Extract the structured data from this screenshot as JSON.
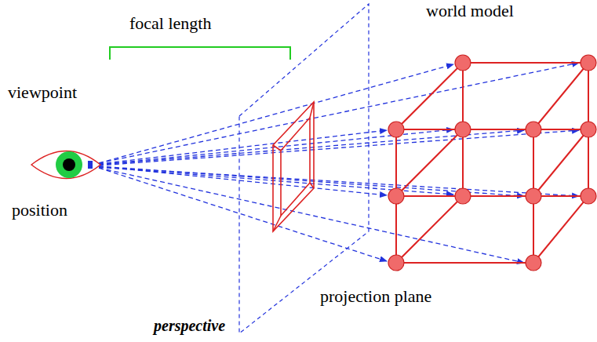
{
  "diagram": {
    "caption": "perspective",
    "labels": [
      "focal length",
      "world model",
      "viewpoint",
      "position",
      "projection plane"
    ]
  }
}
